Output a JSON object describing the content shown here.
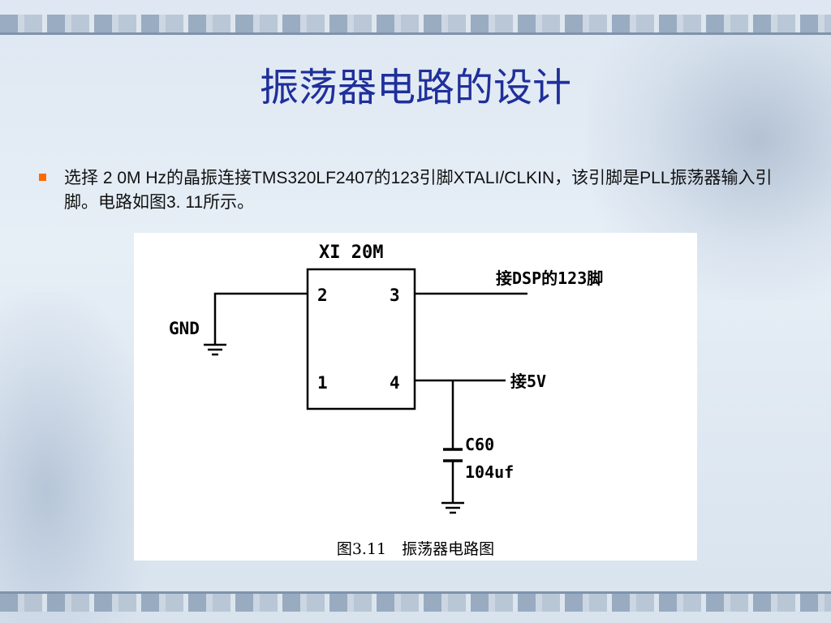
{
  "slide": {
    "title": "振荡器电路的设计",
    "bullet": "选择 2 0M Hz的晶振连接TMS320LF2407的123引脚XTALI/CLKIN，该引脚是PLL振荡器输入引脚。电路如图3. 11所示。"
  },
  "diagram": {
    "chip_label": "XI  20M",
    "pin2": "2",
    "pin3": "3",
    "pin1": "1",
    "pin4": "4",
    "gnd_label": "GND",
    "dsp_label": "接DSP的123脚",
    "v5_label": "接5V",
    "cap_name": "C60",
    "cap_value": "104uf",
    "caption": "图3.11　振荡器电路图"
  },
  "colors": {
    "title": "#1f2f9b",
    "bullet": "#ff6a00"
  }
}
